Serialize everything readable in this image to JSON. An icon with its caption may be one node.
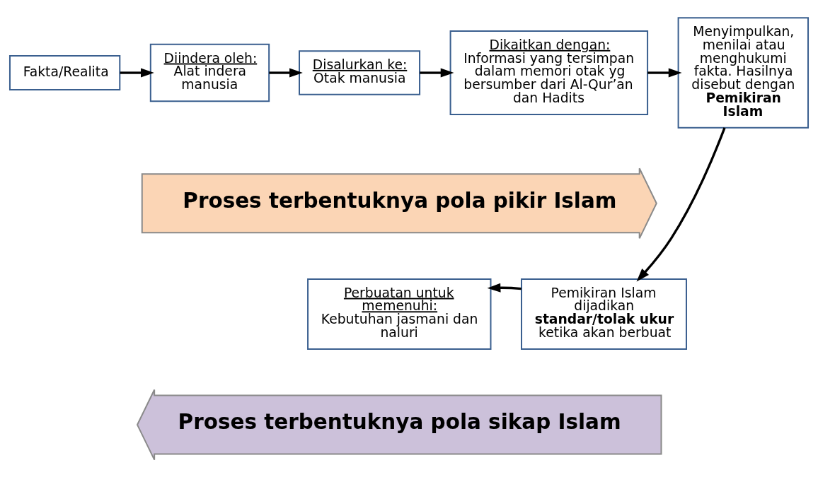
{
  "diagram": {
    "nodes": [
      {
        "text": [
          "Fakta/Realita"
        ]
      },
      {
        "text": [
          "Diindera oleh:",
          "Alat indera manusia"
        ]
      },
      {
        "text": [
          "Disalurkan ke:",
          "Otak manusia"
        ]
      },
      {
        "text": [
          "Dikaitkan dengan:",
          "Informasi yang tersimpan dalam memori otak yg bersumber dari Al-Qur’an dan Hadits"
        ]
      },
      {
        "text": [
          "Menyimpulkan, menilai atau menghukumi fakta. Hasilnya disebut dengan **Pemikiran Islam**"
        ]
      },
      {
        "text": [
          "Pemikiran Islam dijadikan **standar/tolak ukur** ketika akan berbuat"
        ]
      },
      {
        "text": [
          "Perbuatan untuk memenuhi:",
          "Kebutuhan jasmani dan naluri"
        ]
      },
      {
        "text": [
          "Proses terbentuknya pola pikir Islam"
        ]
      },
      {
        "text": [
          "Proses terbentuknya pola sikap Islam"
        ]
      }
    ],
    "edges": [
      {
        "from": 0,
        "to": 1,
        "arrow": "to"
      },
      {
        "from": 1,
        "to": 2,
        "arrow": "to"
      },
      {
        "from": 2,
        "to": 3,
        "arrow": "to"
      },
      {
        "from": 3,
        "to": 4,
        "arrow": "to"
      },
      {
        "from": 4,
        "to": 5,
        "arrow": "to"
      },
      {
        "from": 5,
        "to": 6,
        "arrow": "to"
      }
    ]
  }
}
